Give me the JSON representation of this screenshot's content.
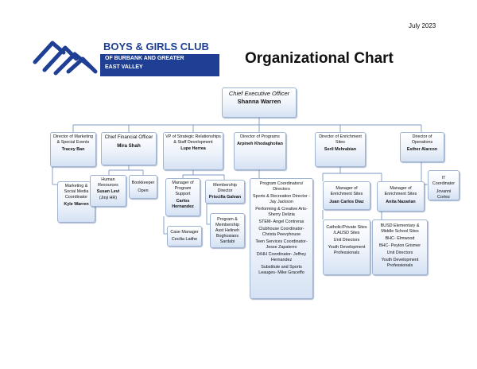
{
  "header": {
    "date": "July 2023",
    "brand_line1": "BOYS & GIRLS CLUB",
    "brand_line2": "OF BURBANK AND GREATER",
    "brand_line3": "EAST VALLEY",
    "title": "Organizational Chart",
    "brand_color": "#1e3f93"
  },
  "chart": {
    "ceo": {
      "title": "Chief Executive Officer",
      "name": "Shanna Warren"
    },
    "directors": [
      {
        "title": "Director of Marketing & Special Events",
        "name": "Tracey Ban"
      },
      {
        "title": "Chief Financial Officer",
        "name": "Mira Shah"
      },
      {
        "title": "VP of Strategic Relationships & Staff Development",
        "name": "Lupe Herrea"
      },
      {
        "title": "Director of Programs",
        "name": "Arpineh Khodagholian"
      },
      {
        "title": "Director of Enrichment Sites",
        "name": "Seril Mehrabian"
      },
      {
        "title": "Director of Operations",
        "name": "Esther Alarcon"
      }
    ],
    "marketing_coordinator": {
      "title": "Marketing & Social Media Coordinator",
      "name": "Kyle Warren"
    },
    "human_resources": {
      "title": "Human Resources",
      "name": "Susan Levi",
      "sub": "(Jinji HR)"
    },
    "bookkeeper": {
      "title": "Bookkeeper",
      "sub": "Open"
    },
    "program_support_manager": {
      "title": "Manager of Program Support",
      "name": "Carlos Hernandez"
    },
    "case_manager": {
      "title": "Case Manager",
      "sub": "Cecilia Laithe"
    },
    "membership_director": {
      "title": "Membership Director",
      "name": "Priscilla Galvan"
    },
    "program_membership": {
      "title": "Program & Membership Asst Helineh Boghosians Sardabi"
    },
    "program_coordinators": {
      "lines": [
        "Program Coordinators/ Directors",
        "Sports & Recreation Director - Jay Jackson",
        "Performing & Creative Arts- Sherry Delizia",
        "STEM- Angel Contreras",
        "Clubhouse Coordinator- Christa Peevyhouse",
        "Teen Services Coordinator-Jesse Zapaterro",
        "D/HH Coordinator- Jeffrey Hernandez",
        "Substitute and Sports Leauges- Mike Graceffo"
      ]
    },
    "enrichment_manager_1": {
      "title": "Manager of Enrichment Sites",
      "name": "Juan Carlos Diaz"
    },
    "enrichment_manager_2": {
      "title": "Manager of Enrichment Sites",
      "name": "Anita Nazarian"
    },
    "sites_1": {
      "lines": [
        "Catholic/Private Sites /LAUSD Sites",
        "Unit Directors",
        "Youth Development Professionals"
      ]
    },
    "sites_2": {
      "lines": [
        "BUSD Elementary & Middle School Sites",
        "BHC- Elmwood",
        "BHC- Peyton Grismer",
        "Unit Directors",
        "Youth Development Professionals"
      ]
    },
    "it_coordinator": {
      "title": "IT Coordinator",
      "sub": "Jovanni Cortez"
    }
  }
}
